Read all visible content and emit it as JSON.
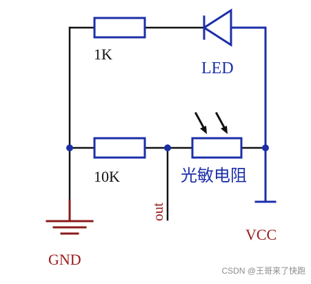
{
  "diagram": {
    "labels": {
      "r1": "1K",
      "led": "LED",
      "r2": "10K",
      "ldr": "光敏电阻",
      "out": "out",
      "gnd": "GND",
      "vcc": "VCC"
    },
    "watermark": "CSDN @王哥来了快跑",
    "colors": {
      "wire": "#111111",
      "component": "#1c2fa8",
      "label_black": "#111111",
      "label_blue": "#1c2fa8",
      "label_red": "#9a1a1a",
      "ground": "#8b1a1a",
      "watermark": "#8a8a8a"
    }
  }
}
